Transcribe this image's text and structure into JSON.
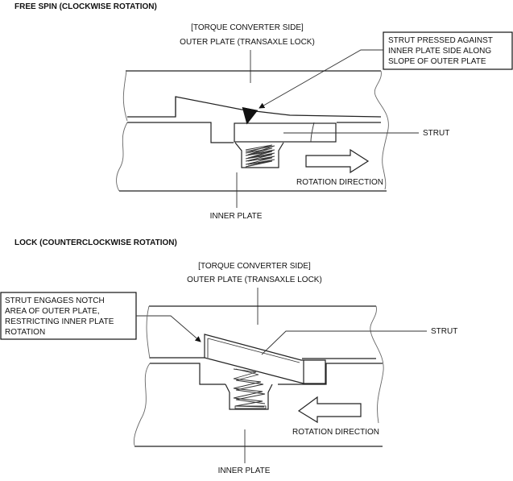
{
  "top": {
    "title": "FREE SPIN (CLOCKWISE ROTATION)",
    "side_label": "[TORQUE CONVERTER SIDE]",
    "outer_plate_label": "OUTER PLATE (TRANSAXLE LOCK)",
    "callout_lines": [
      "STRUT PRESSED AGAINST",
      "INNER PLATE SIDE ALONG",
      "SLOPE OF OUTER PLATE"
    ],
    "strut_label": "STRUT",
    "rotation_label": "ROTATION DIRECTION",
    "rotation_arrow": "right-arrow",
    "inner_plate_label": "INNER PLATE"
  },
  "bottom": {
    "title": "LOCK (COUNTERCLOCKWISE ROTATION)",
    "side_label": "[TORQUE CONVERTER SIDE]",
    "outer_plate_label": "OUTER PLATE (TRANSAXLE LOCK)",
    "callout_lines": [
      "STRUT ENGAGES NOTCH",
      "AREA OF OUTER PLATE,",
      "RESTRICTING INNER PLATE",
      "ROTATION"
    ],
    "strut_label": "STRUT",
    "rotation_label": "ROTATION DIRECTION",
    "rotation_arrow": "left-arrow",
    "inner_plate_label": "INNER PLATE"
  }
}
